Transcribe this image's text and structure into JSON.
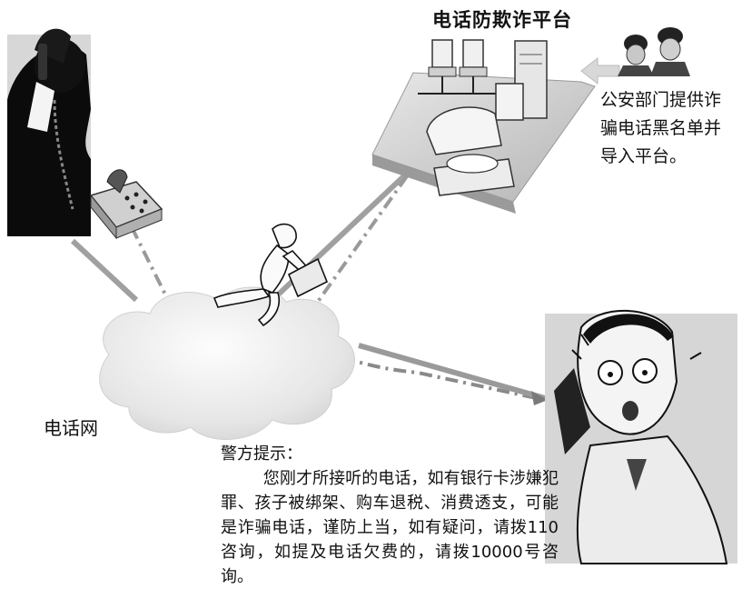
{
  "platform": {
    "title": "电话防欺诈平台"
  },
  "police_note": {
    "lines": [
      "公安部门提供诈",
      "骗电话黑名单并",
      "导入平台。"
    ]
  },
  "network": {
    "label": "电话网"
  },
  "warning": {
    "title": "警方提示：",
    "body": "您刚才所接听的电话，如有银行卡涉嫌犯罪、孩子被绑架、购车退税、消费透支，可能是诈骗电话，谨防上当，如有疑问，请拨110咨询，如提及电话欠费的，请拨10000号咨询。"
  },
  "icons": {
    "caller": "fraud-caller-icon",
    "fax": "fax-phone-icon",
    "platform": "platform-server-icon",
    "police": "police-officers-icon",
    "courier": "running-woman-icon",
    "victim": "surprised-man-on-phone-icon",
    "cloud": "telephone-network-cloud-icon"
  }
}
